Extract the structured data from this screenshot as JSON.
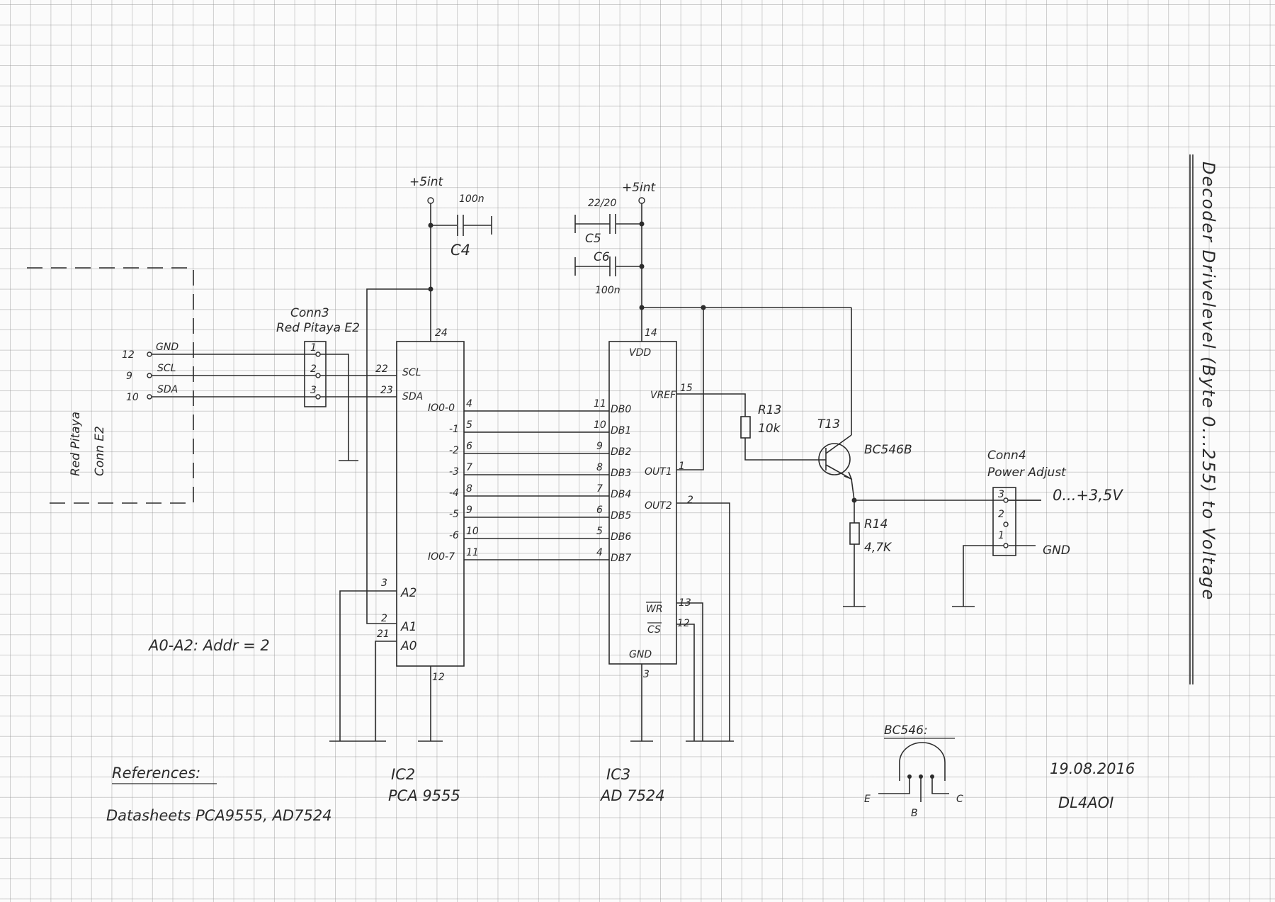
{
  "title": "Decoder Drivelevel (Byte 0...255) to Voltage",
  "rp": {
    "line1": "Red Pitaya",
    "line2": "Conn E2"
  },
  "conn_left": {
    "pins": [
      {
        "num": "12",
        "label": "GND"
      },
      {
        "num": "9",
        "label": "SCL"
      },
      {
        "num": "10",
        "label": "SDA"
      }
    ]
  },
  "conn3": {
    "name": "Conn3",
    "desc": "Red Pitaya E2",
    "pins": [
      "1",
      "2",
      "3"
    ]
  },
  "power": {
    "left_rail": "+5int",
    "right_rail": "+5int"
  },
  "caps": {
    "c4_value": "100n",
    "c4_name": "C4",
    "c5_value": "22/20",
    "c5_name": "C5",
    "c6_name": "C6",
    "c6_value": "100n"
  },
  "ic2": {
    "ref": "IC2",
    "part": "PCA 9555",
    "vdd_pin": "24",
    "gnd_pin": "12",
    "scl_pin": "22",
    "scl": "SCL",
    "sda_pin": "23",
    "sda": "SDA",
    "io_labels": [
      "IO0-0",
      "-1",
      "-2",
      "-3",
      "-4",
      "-5",
      "-6",
      "IO0-7"
    ],
    "io_pins": [
      "4",
      "5",
      "6",
      "7",
      "8",
      "9",
      "10",
      "11"
    ],
    "addr": [
      {
        "pin": "3",
        "label": "A2"
      },
      {
        "pin": "2",
        "label": "A1"
      },
      {
        "pin": "21",
        "label": "A0"
      }
    ]
  },
  "ic3": {
    "ref": "IC3",
    "part": "AD 7524",
    "vdd_pin": "14",
    "vdd": "VDD",
    "db_pins": [
      "11",
      "10",
      "9",
      "8",
      "7",
      "6",
      "5",
      "4"
    ],
    "db_labels": [
      "DB0",
      "DB1",
      "DB2",
      "DB3",
      "DB4",
      "DB5",
      "DB6",
      "DB7"
    ],
    "vref": "VREF",
    "vref_pin": "15",
    "out1": "OUT1",
    "out1_pin": "1",
    "out2": "OUT2",
    "out2_pin": "2",
    "wr": "WR",
    "wr_pin": "13",
    "cs": "CS",
    "cs_pin": "12",
    "gnd": "GND",
    "gnd_pin": "3"
  },
  "r13": {
    "name": "R13",
    "value": "10k"
  },
  "t13": {
    "name": "T13",
    "part": "BC546B"
  },
  "r14": {
    "name": "R14",
    "value": "4,7K"
  },
  "conn4": {
    "name": "Conn4",
    "desc": "Power Adjust",
    "pins": [
      "3",
      "2",
      "1"
    ],
    "out_label": "0...+3,5V",
    "gnd_label": "GND"
  },
  "addr_note": "A0-A2: Addr = 2",
  "pinout": {
    "title": "BC546:",
    "e": "E",
    "b": "B",
    "c": "C"
  },
  "refs": {
    "title": "References:",
    "text": "Datasheets PCA9555, AD7524"
  },
  "date": "19.08.2016",
  "author": "DL4AOI"
}
